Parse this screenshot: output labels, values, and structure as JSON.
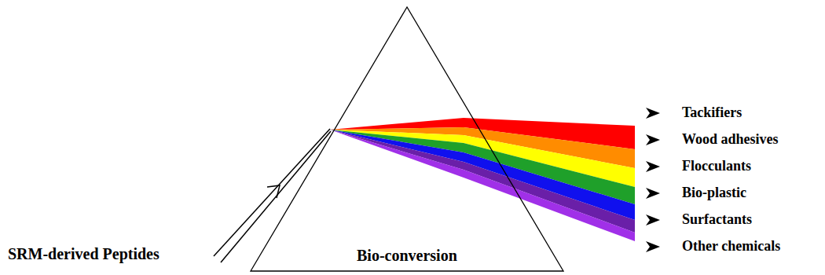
{
  "diagram": {
    "nodes": [
      {
        "text": [
          "Bio-conversion"
        ]
      }
    ],
    "labels": [
      "SRM-derived Peptides",
      "Tackifiers",
      "Wood adhesives",
      "Flocculants",
      "Bio-plastic",
      "Surfactants",
      "Other chemicals"
    ]
  }
}
